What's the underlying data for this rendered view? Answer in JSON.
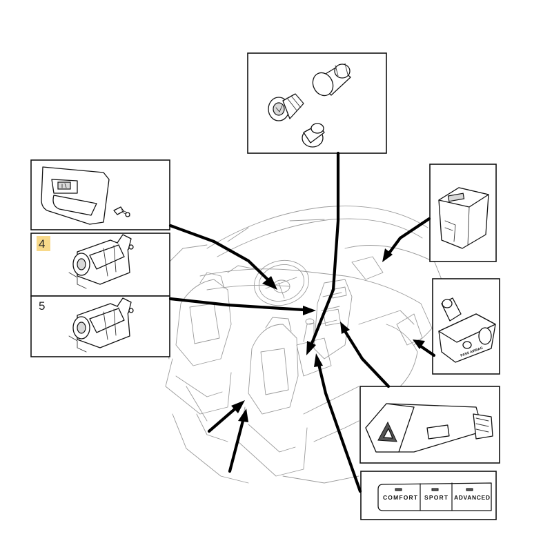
{
  "callouts": {
    "item_4": "4",
    "item_5": "5",
    "item_4_highlight": "#f8d98a"
  },
  "button_panel": {
    "comfort": "COMFORT",
    "sport": "SPORT",
    "advanced": "ADVANCED"
  },
  "cigarette_lighter_socket": {
    "label": "PASS AIRBAG"
  }
}
